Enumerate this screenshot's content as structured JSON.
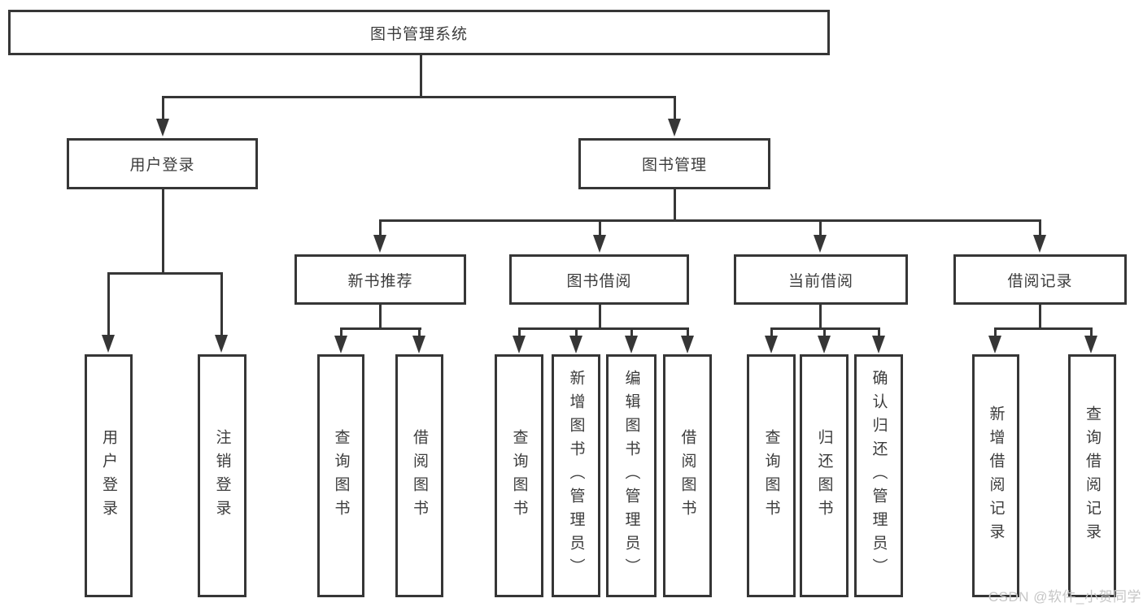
{
  "root_label": "图书管理系统",
  "nodes": {
    "user_login": "用户登录",
    "book_mgmt": "图书管理",
    "new_books": "新书推荐",
    "book_borrow": "图书借阅",
    "current_borrow": "当前借阅",
    "borrow_records": "借阅记录"
  },
  "leaves": {
    "user_login": [
      "用户登录",
      "注销登录"
    ],
    "new_books": [
      "查询图书",
      "借阅图书"
    ],
    "book_borrow": [
      "查询图书",
      "新增图书（管理员）",
      "编辑图书（管理员）",
      "借阅图书"
    ],
    "current_borrow": [
      "查询图书",
      "归还图书",
      "确认归还（管理员）"
    ],
    "borrow_records": [
      "新增借阅记录",
      "查询借阅记录"
    ]
  },
  "watermark": "CSDN @软件_小贺同学",
  "colors": {
    "line": "#363636",
    "text": "#3c3c3c",
    "watermark": "#c6c6c6",
    "background": "#ffffff"
  }
}
